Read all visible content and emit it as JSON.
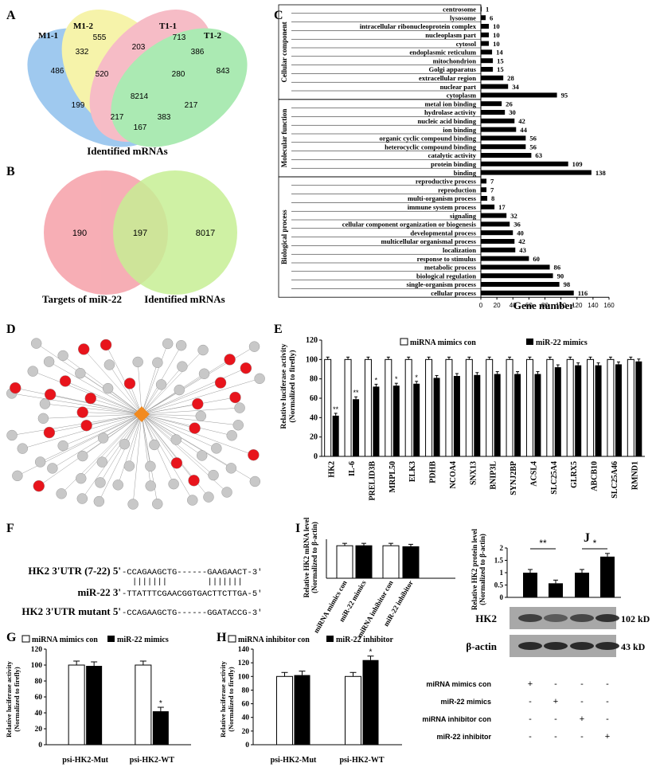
{
  "panel_letters": [
    "A",
    "B",
    "C",
    "D",
    "E",
    "F",
    "G",
    "H",
    "I",
    "J"
  ],
  "A": {
    "sets": [
      "M1-1",
      "M1-2",
      "T1-1",
      "T1-2"
    ],
    "set_colors": [
      "#7fb7ea",
      "#f3f08e",
      "#f4a6b4",
      "#8fe39a"
    ],
    "regions": [
      "486",
      "555",
      "713",
      "843",
      "332",
      "203",
      "386",
      "520",
      "280",
      "199",
      "8214",
      "217",
      "217",
      "383",
      "167"
    ],
    "caption": "Identified mRNAs"
  },
  "B": {
    "left_label": "Targets of miR-22",
    "right_label": "Identified mRNAs",
    "left_only": "190",
    "overlap": "197",
    "right_only": "8017"
  },
  "C": {
    "groups": [
      "Cellular component",
      "Molecular function",
      "Biological process"
    ],
    "xlabel": "Gene number",
    "xticks": [
      "0",
      "20",
      "40",
      "60",
      "80",
      "100",
      "120",
      "140",
      "160"
    ],
    "terms": [
      {
        "label": "centrosome",
        "value": 1,
        "group": 0
      },
      {
        "label": "lysosome",
        "value": 6,
        "group": 0
      },
      {
        "label": "intracellular ribonucleoprotein complex",
        "value": 10,
        "group": 0
      },
      {
        "label": "nucleoplasm part",
        "value": 10,
        "group": 0
      },
      {
        "label": "cytosol",
        "value": 10,
        "group": 0
      },
      {
        "label": "endoplasmic reticulum",
        "value": 14,
        "group": 0
      },
      {
        "label": "mitochondrion",
        "value": 15,
        "group": 0
      },
      {
        "label": "Golgi apparatus",
        "value": 15,
        "group": 0
      },
      {
        "label": "extracellular region",
        "value": 28,
        "group": 0
      },
      {
        "label": "nuclear part",
        "value": 34,
        "group": 0
      },
      {
        "label": "cytoplasm",
        "value": 95,
        "group": 0
      },
      {
        "label": "metal ion binding",
        "value": 26,
        "group": 1
      },
      {
        "label": "hydrolase activity",
        "value": 30,
        "group": 1
      },
      {
        "label": "nucleic acid binding",
        "value": 42,
        "group": 1
      },
      {
        "label": "ion binding",
        "value": 44,
        "group": 1
      },
      {
        "label": "organic cyclic compound binding",
        "value": 56,
        "group": 1
      },
      {
        "label": "heterocyclic compound binding",
        "value": 56,
        "group": 1
      },
      {
        "label": "catalytic activity",
        "value": 63,
        "group": 1
      },
      {
        "label": "protein binding",
        "value": 109,
        "group": 1
      },
      {
        "label": "binding",
        "value": 138,
        "group": 1
      },
      {
        "label": "reproductive process",
        "value": 7,
        "group": 2
      },
      {
        "label": "reproduction",
        "value": 7,
        "group": 2
      },
      {
        "label": "multi-organism process",
        "value": 8,
        "group": 2
      },
      {
        "label": "immune system process",
        "value": 17,
        "group": 2
      },
      {
        "label": "signaling",
        "value": 32,
        "group": 2
      },
      {
        "label": "cellular component organization or biogenesis",
        "value": 36,
        "group": 2
      },
      {
        "label": "developmental process",
        "value": 40,
        "group": 2
      },
      {
        "label": "multicellular organismal process",
        "value": 42,
        "group": 2
      },
      {
        "label": "localization",
        "value": 43,
        "group": 2
      },
      {
        "label": "response to stimulus",
        "value": 60,
        "group": 2
      },
      {
        "label": "metabolic process",
        "value": 86,
        "group": 2
      },
      {
        "label": "biological regulation",
        "value": 90,
        "group": 2
      },
      {
        "label": "single-organism process",
        "value": 98,
        "group": 2
      },
      {
        "label": "cellular process",
        "value": 116,
        "group": 2
      }
    ]
  },
  "D": {
    "hub_color": "#f28a1f",
    "red_color": "#e8141c",
    "grey_color": "#c8c8c8"
  },
  "E": {
    "ylabel_line1": "Relative luciferase activity",
    "ylabel_line2": "(Normalized to firefly)",
    "legend": [
      "miRNA mimics con",
      "miR-22 mimics"
    ],
    "yticks": [
      "0",
      "20",
      "40",
      "60",
      "80",
      "100",
      "120"
    ],
    "genes": [
      "HK2",
      "IL-6",
      "PRELID3B",
      "MRPL50",
      "ELK3",
      "PDHB",
      "NCOA4",
      "SNX13",
      "BNIP3L",
      "SYNJ2BP",
      "ACSL4",
      "SLC25A4",
      "GLRX5",
      "ABCB10",
      "SLC25A46",
      "RMND1"
    ],
    "con": [
      100,
      100,
      100,
      100,
      100,
      100,
      100,
      100,
      100,
      100,
      100,
      100,
      100,
      100,
      100,
      100
    ],
    "mimic": [
      42,
      59,
      72,
      73,
      75,
      81,
      83,
      84,
      85,
      85,
      85,
      92,
      94,
      94,
      95,
      98
    ],
    "marks": [
      "**",
      "**",
      "*",
      "*",
      "*",
      "",
      "",
      "",
      "",
      "",
      "",
      "",
      "",
      "",
      "",
      ""
    ]
  },
  "F": {
    "row1_label": "HK2 3'UTR (7-22) 5'",
    "row1_seq": "-CCAGAAGCTG------GAAGAACT-3'",
    "pairs": "|||||||        |||||||",
    "row2_label": "miR-22 3'",
    "row2_seq": "-TTATTTCGAACGGTGACTTCTTGA-5'",
    "row3_label": "HK2 3'UTR mutant 5'",
    "row3_seq": "-CCAGAAGCTG------GGATACCG-3'"
  },
  "G": {
    "legend": [
      "miRNA mimics con",
      "miR-22 mimics"
    ],
    "ylabel_line1": "Relative luciferase activity",
    "ylabel_line2": "(Normalized to firefly)",
    "yticks": [
      "0",
      "20",
      "40",
      "60",
      "80",
      "100",
      "120"
    ],
    "groups": [
      "psi-HK2-Mut",
      "psi-HK2-WT"
    ],
    "con": [
      100,
      100
    ],
    "treat": [
      99,
      42
    ],
    "marks": [
      "",
      "*"
    ]
  },
  "H": {
    "legend": [
      "miRNA inhibitor con",
      "miR-22 inhibitor"
    ],
    "ylabel_line1": "Relative luciferase activity",
    "ylabel_line2": "(Normalized to firefly)",
    "yticks": [
      "0",
      "20",
      "40",
      "60",
      "80",
      "100",
      "120",
      "140"
    ],
    "groups": [
      "psi-HK2-Mut",
      "psi-HK2-WT"
    ],
    "con": [
      100,
      100
    ],
    "treat": [
      102,
      124
    ],
    "marks": [
      "",
      "*"
    ]
  },
  "I": {
    "ylabel_line1": "Relative HK2 mRNA  level",
    "ylabel_line2": "(Normalized to β-actin)",
    "categories": [
      "miRNA mimics con",
      "miR-22 mimics",
      "miRNA inhibitor con",
      "miR-22 inhibitor"
    ],
    "values": [
      1.0,
      1.0,
      1.0,
      0.97
    ],
    "fills": [
      "#ffffff",
      "#000000",
      "#ffffff",
      "#000000"
    ]
  },
  "J": {
    "ylabel_line1": "Relative HK2 protein level",
    "ylabel_line2": "(Normalized  to β-actin)",
    "yticks": [
      "0",
      "0.5",
      "1",
      "1.5",
      "2"
    ],
    "values": [
      1.0,
      0.57,
      1.0,
      1.65
    ],
    "sig": [
      "**",
      "*"
    ],
    "blots": [
      {
        "name": "HK2",
        "size": "102 kD"
      },
      {
        "name": "β-actin",
        "size": "43 kD"
      }
    ],
    "conditions": [
      "miRNA mimics con",
      "miR-22 mimics",
      "miRNA inhibitor con",
      "miR-22 inhibitor"
    ],
    "matrix": [
      [
        "+",
        "-",
        "-",
        "-"
      ],
      [
        "-",
        "+",
        "-",
        "-"
      ],
      [
        "-",
        "-",
        "+",
        "-"
      ],
      [
        "-",
        "-",
        "-",
        "+"
      ]
    ]
  }
}
